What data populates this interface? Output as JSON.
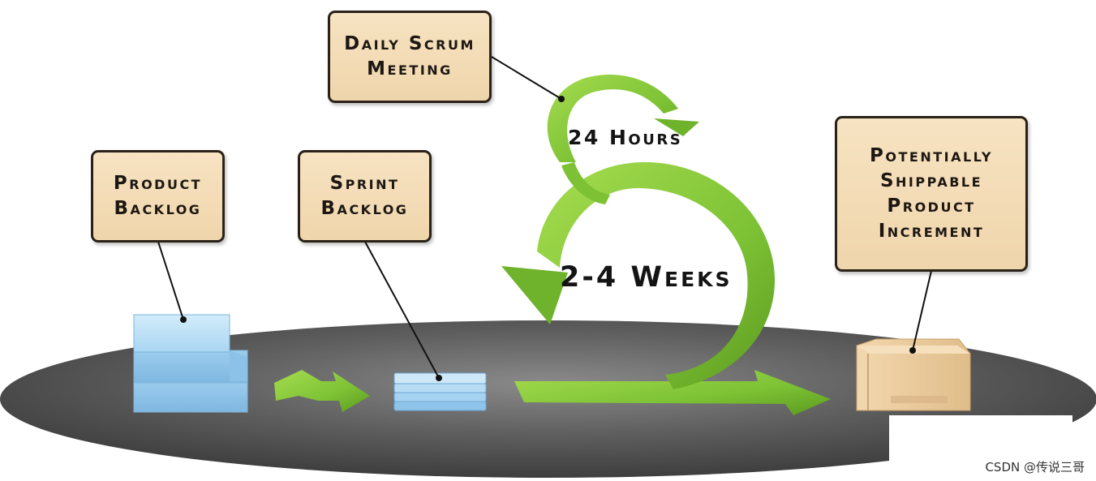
{
  "labels": {
    "daily_scrum": [
      "Daily Scrum",
      "Meeting"
    ],
    "product_backlog": [
      "Product",
      "Backlog"
    ],
    "sprint_backlog": [
      "Sprint",
      "Backlog"
    ],
    "increment": [
      "Potentially",
      "Shippable",
      "Product",
      "Increment"
    ]
  },
  "cycles": {
    "daily": "24 Hours",
    "sprint": "2-4 Weeks"
  },
  "watermark": "CSDN @传说三哥",
  "colors": {
    "label_fill": "#f3dcb6",
    "label_border": "#2a2118",
    "arrow_green": "#7cc234",
    "ellipse_gray": "#5b5b5b",
    "backlog_blue": "#9fd0ef",
    "box_tan": "#e8c89a"
  }
}
